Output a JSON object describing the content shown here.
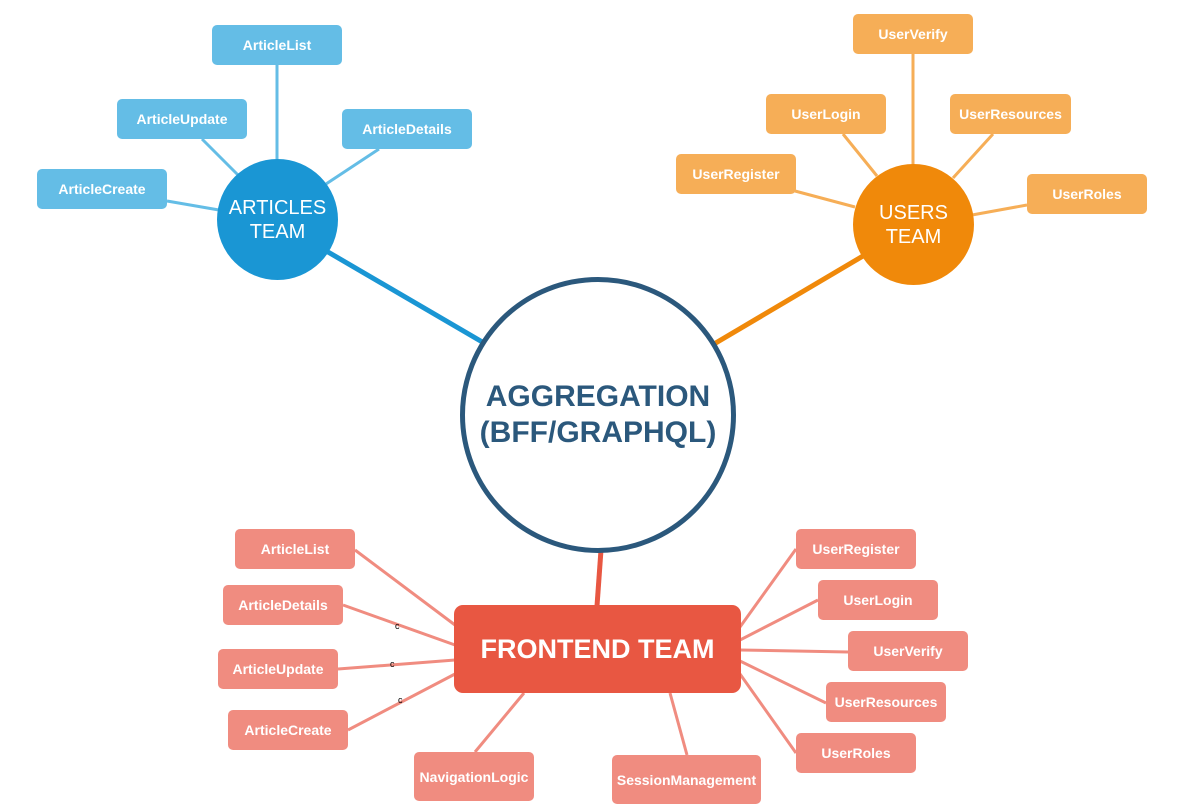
{
  "colors": {
    "articles_hub": "#1a96d4",
    "articles_leaf": "#64bde6",
    "articles_line": "#64bde6",
    "articles_link": "#1a96d4",
    "users_hub": "#f0890a",
    "users_leaf": "#f6ae57",
    "users_line": "#f6ae57",
    "users_link": "#f0890a",
    "frontend_hub": "#e85742",
    "frontend_leaf": "#f08c80",
    "frontend_line": "#f08c80",
    "frontend_link": "#e85742",
    "center_border": "#2b587c",
    "center_text": "#2b587c"
  },
  "center": {
    "line1": "AGGREGATION",
    "line2": "(BFF/GRAPHQL)"
  },
  "articles": {
    "hub_line1": "ARTICLES",
    "hub_line2": "TEAM",
    "items": [
      "ArticleList",
      "ArticleUpdate",
      "ArticleDetails",
      "ArticleCreate"
    ]
  },
  "users": {
    "hub_line1": "USERS",
    "hub_line2": "TEAM",
    "items": [
      "UserVerify",
      "UserLogin",
      "UserResources",
      "UserRegister",
      "UserRoles"
    ]
  },
  "frontend": {
    "hub_label": "FRONTEND TEAM",
    "left_items": [
      "ArticleList",
      "ArticleDetails",
      "ArticleUpdate",
      "ArticleCreate"
    ],
    "right_items": [
      "UserRegister",
      "UserLogin",
      "UserVerify",
      "UserResources",
      "UserRoles"
    ],
    "bottom_items": [
      "NavigationLogic",
      "SessionManagement"
    ],
    "edge_marks": [
      "c",
      "c",
      "c"
    ]
  }
}
